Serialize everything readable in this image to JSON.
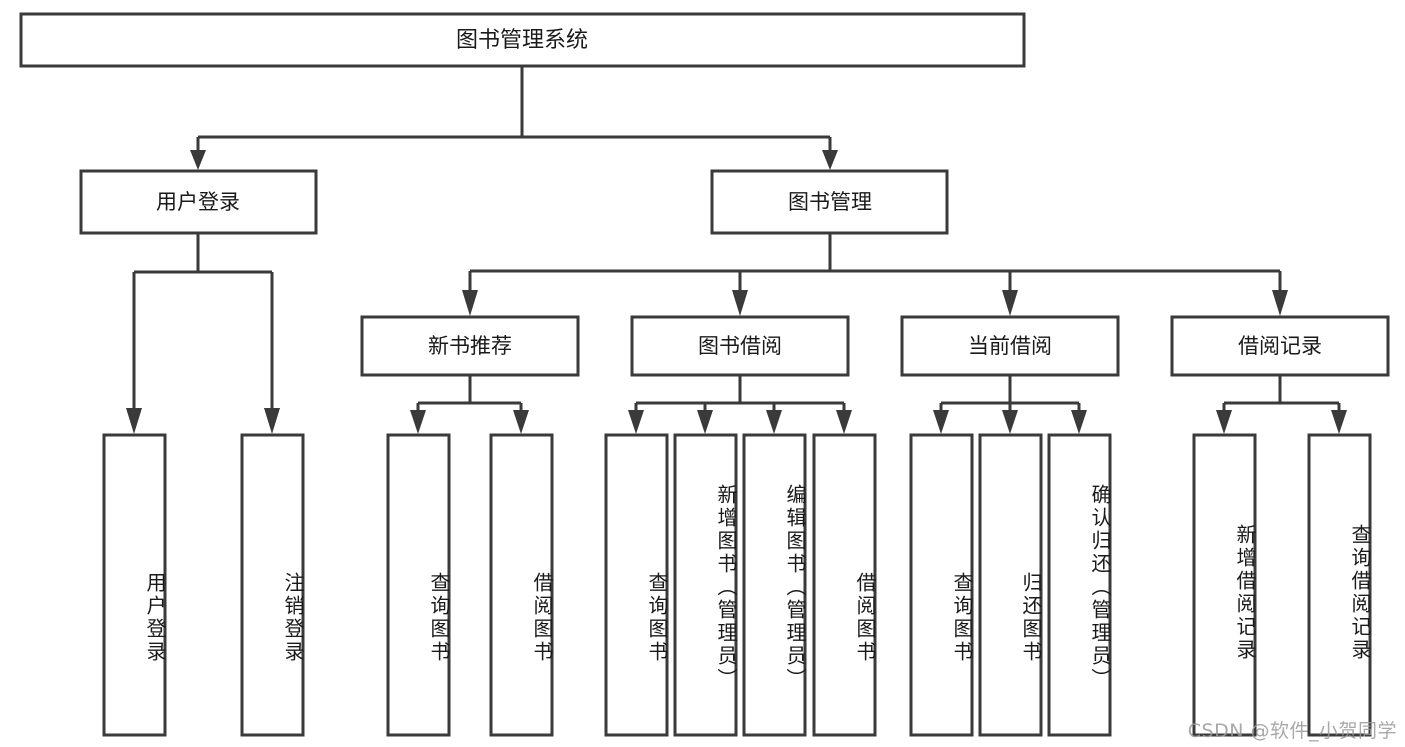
{
  "diagram": {
    "type": "tree-hierarchy",
    "title": "图书管理系统",
    "watermark": "CSDN @软件_小贺同学",
    "colors": {
      "stroke": "#3a3a3a",
      "fill": "#ffffff",
      "text": "#1a1a1a",
      "watermark": "#9a9a9a",
      "background": "#ffffff"
    },
    "root": {
      "id": "root",
      "label": "图书管理系统",
      "level": 1
    },
    "level2": [
      {
        "id": "user-login",
        "label": "用户登录",
        "level": 2
      },
      {
        "id": "book-manage",
        "label": "图书管理",
        "level": 2
      }
    ],
    "level3": [
      {
        "id": "new-book-recommend",
        "label": "新书推荐",
        "level": 3,
        "parent": "book-manage"
      },
      {
        "id": "book-borrow",
        "label": "图书借阅",
        "level": 3,
        "parent": "book-manage"
      },
      {
        "id": "current-borrow",
        "label": "当前借阅",
        "level": 3,
        "parent": "book-manage"
      },
      {
        "id": "borrow-record",
        "label": "借阅记录",
        "level": 3,
        "parent": "book-manage"
      }
    ],
    "leaves": {
      "user-login": [
        {
          "id": "leaf-user-login",
          "label": "用户登录"
        },
        {
          "id": "leaf-user-logout",
          "label": "注销登录"
        }
      ],
      "new-book-recommend": [
        {
          "id": "leaf-query-book-1",
          "label": "查询图书"
        },
        {
          "id": "leaf-borrow-book-1",
          "label": "借阅图书"
        }
      ],
      "book-borrow": [
        {
          "id": "leaf-query-book-2",
          "label": "查询图书"
        },
        {
          "id": "leaf-add-book",
          "label": "新增图书（管理员）"
        },
        {
          "id": "leaf-edit-book",
          "label": "编辑图书（管理员）"
        },
        {
          "id": "leaf-borrow-book-2",
          "label": "借阅图书"
        }
      ],
      "current-borrow": [
        {
          "id": "leaf-query-book-3",
          "label": "查询图书"
        },
        {
          "id": "leaf-return-book",
          "label": "归还图书"
        },
        {
          "id": "leaf-confirm-return",
          "label": "确认归还（管理员）"
        }
      ],
      "borrow-record": [
        {
          "id": "leaf-add-record",
          "label": "新增借阅记录"
        },
        {
          "id": "leaf-query-record",
          "label": "查询借阅记录"
        }
      ]
    }
  }
}
